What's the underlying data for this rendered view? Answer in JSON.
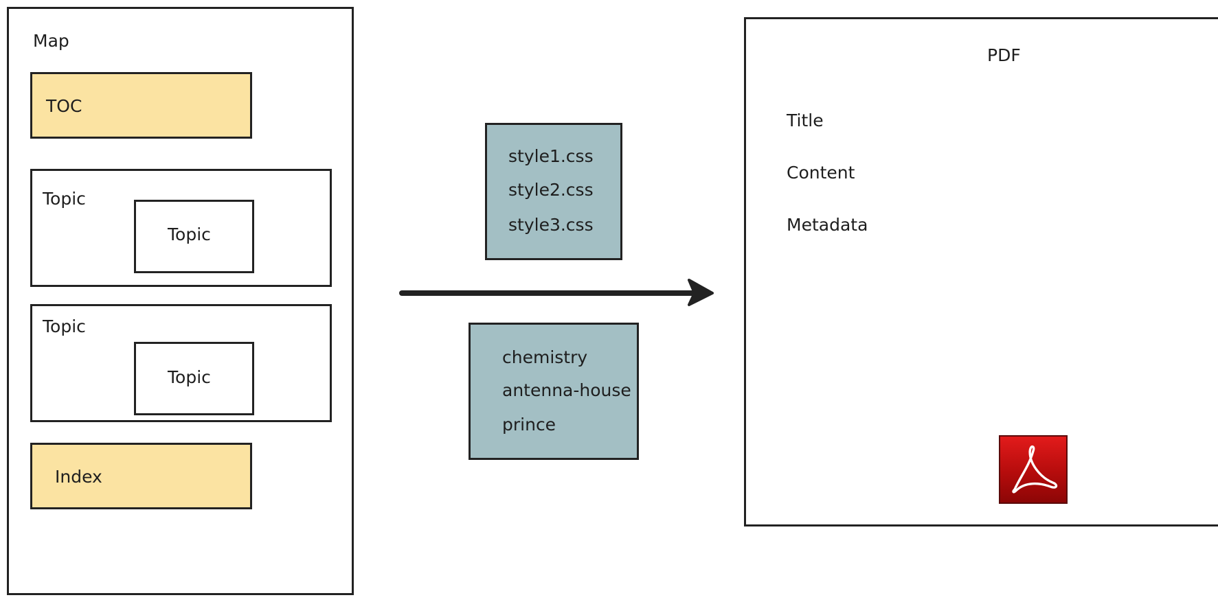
{
  "map": {
    "title": "Map",
    "toc_label": "TOC",
    "topics": [
      {
        "label": "Topic",
        "inner_label": "Topic"
      },
      {
        "label": "Topic",
        "inner_label": "Topic"
      }
    ],
    "index_label": "Index"
  },
  "stylesheets": [
    "style1.css",
    "style2.css",
    "style3.css"
  ],
  "engines": [
    "chemistry",
    "antenna-house",
    "prince"
  ],
  "pdf": {
    "title": "PDF",
    "items": [
      "Title",
      "Content",
      "Metadata"
    ],
    "icon": "adobe-pdf-icon"
  },
  "colors": {
    "yellow": "#fbe3a2",
    "teal": "#a3bfc4",
    "pdf_red": "#d11414",
    "stroke": "#222222"
  }
}
